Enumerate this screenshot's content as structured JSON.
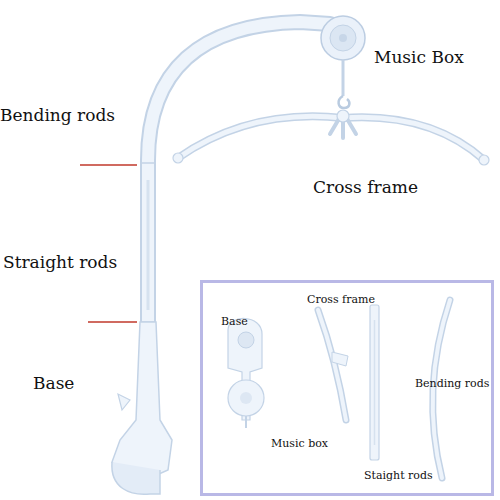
{
  "diagram": {
    "nodes": [
      {
        "text": [
          "Cross frame",
          "Base",
          "Bending rods",
          "Music box",
          "Staight rods"
        ]
      }
    ],
    "labels": [
      "Music Box",
      "Bending rods",
      "Cross frame",
      "Straight rods",
      "Base"
    ]
  }
}
